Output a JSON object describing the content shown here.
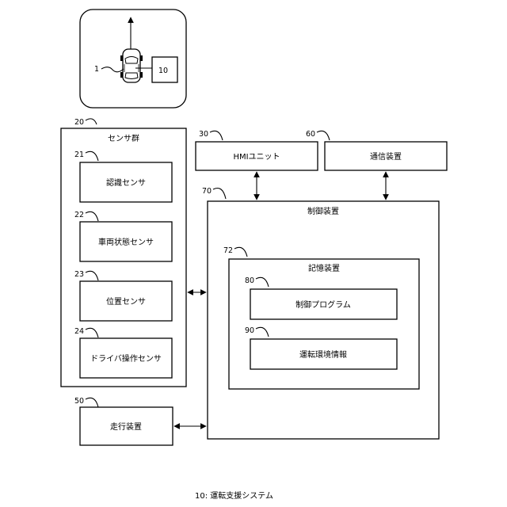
{
  "inset": {
    "vehicle_ref": "1",
    "system_ref": "10"
  },
  "sensor_group": {
    "ref": "20",
    "title": "センサ群",
    "sensors": [
      {
        "ref": "21",
        "label": "認識センサ"
      },
      {
        "ref": "22",
        "label": "車両状態センサ"
      },
      {
        "ref": "23",
        "label": "位置センサ"
      },
      {
        "ref": "24",
        "label": "ドライバ操作センサ"
      }
    ]
  },
  "hmi": {
    "ref": "30",
    "label": "HMIユニット"
  },
  "comm": {
    "ref": "60",
    "label": "通信装置"
  },
  "controller": {
    "ref": "70",
    "title": "制御装置",
    "storage": {
      "ref": "72",
      "title": "記憶装置",
      "program": {
        "ref": "80",
        "label": "制御プログラム"
      },
      "env_info": {
        "ref": "90",
        "label": "運転環境情報"
      }
    }
  },
  "travel": {
    "ref": "50",
    "label": "走行装置"
  },
  "caption": "10: 運転支援システム"
}
